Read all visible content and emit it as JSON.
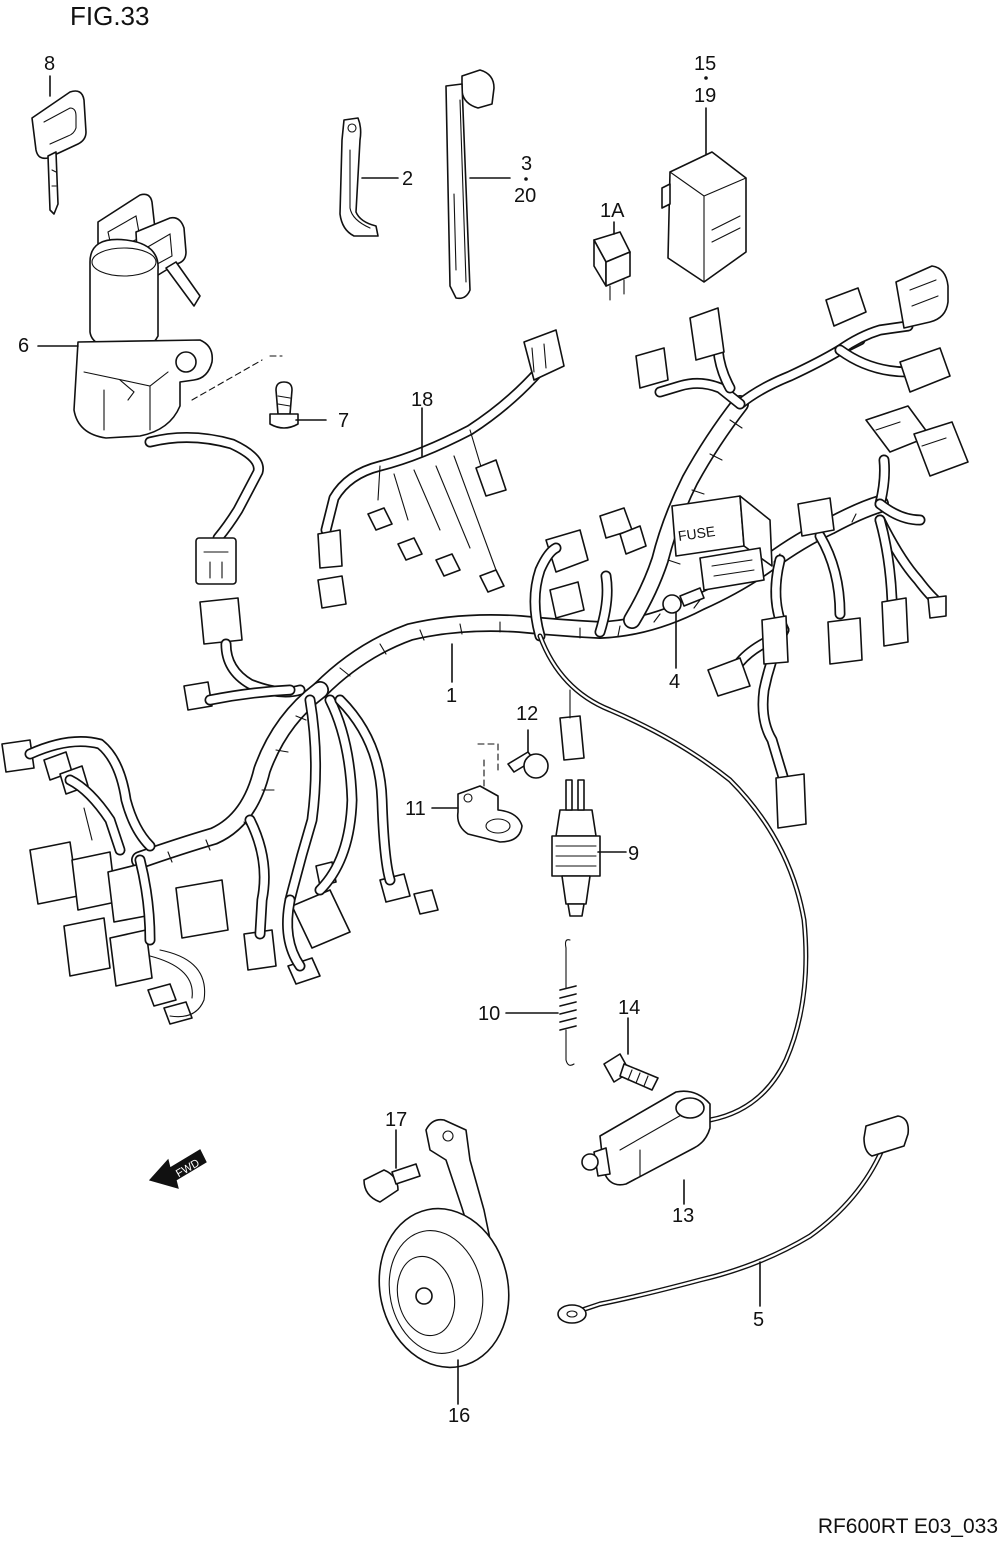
{
  "figure": {
    "title": "FIG.33",
    "code": "RF600RT E03_033"
  },
  "labels": {
    "l8": "8",
    "l6": "6",
    "l7": "7",
    "l2": "2",
    "l3a": "3",
    "l3b": "20",
    "l1a": "1A",
    "l15a": "15",
    "l15b": "19",
    "l18": "18",
    "l1": "1",
    "l4": "4",
    "l12": "12",
    "l11": "11",
    "l9": "9",
    "l10": "10",
    "l14": "14",
    "l17": "17",
    "l13": "13",
    "l5": "5",
    "l16": "16"
  },
  "fwd": "FWD",
  "fuse_text": "FUSE"
}
